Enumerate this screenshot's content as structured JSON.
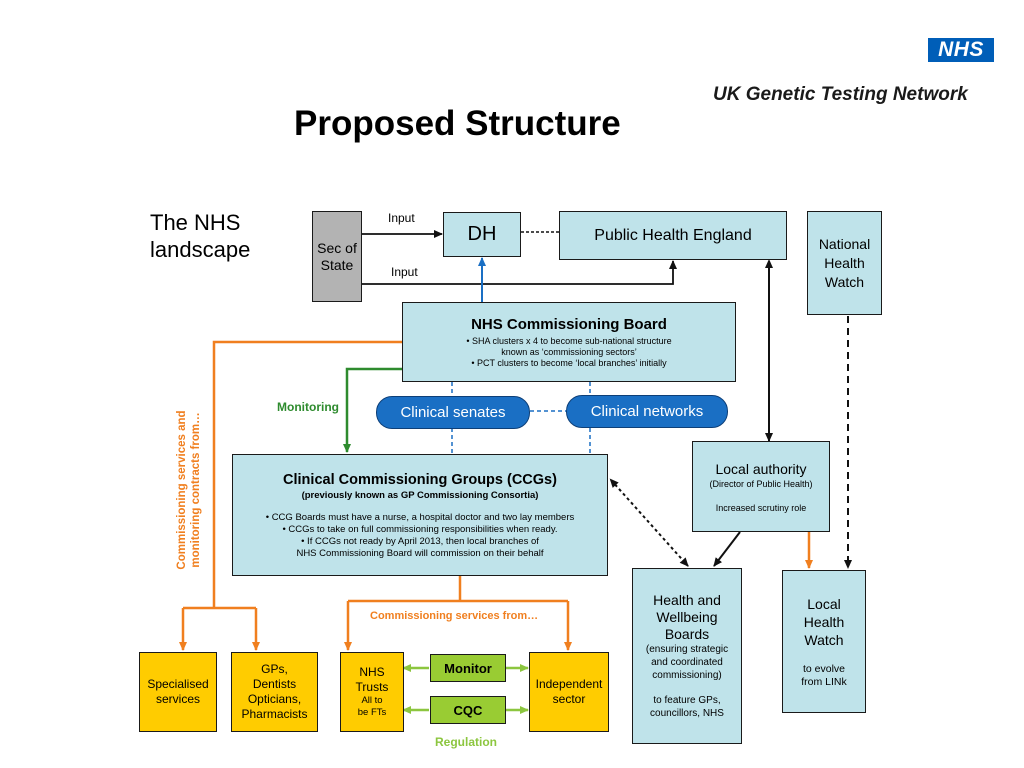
{
  "header": {
    "logo_text": "NHS",
    "network_name": "UK Genetic Testing Network",
    "page_title": "Proposed Structure"
  },
  "landscape_label": [
    "The NHS",
    "landscape"
  ],
  "nodes": {
    "sec_of_state": "Sec of State",
    "dh": "DH",
    "phe": "Public Health England",
    "national_health_watch": [
      "National",
      "Health",
      "Watch"
    ],
    "board": {
      "title": "NHS Commissioning Board",
      "lines": [
        "• SHA clusters x 4 to become sub-national structure",
        "known as ‘commissioning sectors’",
        "• PCT clusters to become ‘local branches’ initially"
      ]
    },
    "clinical_senates": "Clinical senates",
    "clinical_networks": "Clinical networks",
    "ccgs": {
      "title": "Clinical Commissioning Groups (CCGs)",
      "subtitle": "(previously known as GP Commissioning Consortia)",
      "lines": [
        "• CCG Boards must have a nurse, a hospital doctor and two lay members",
        "• CCGs to take on full commissioning responsibilities when ready.",
        "• If CCGs not ready by April 2013, then local branches of",
        "NHS Commissioning Board will commission on their behalf"
      ]
    },
    "local_authority": {
      "title": "Local authority",
      "subtitle": "(Director of Public Health)",
      "note": "Increased scrutiny role"
    },
    "hwb": {
      "title": [
        "Health and",
        "Wellbeing",
        "Boards"
      ],
      "detail": [
        "(ensuring strategic",
        "and coordinated",
        "commissioning)"
      ],
      "note": [
        "to feature GPs,",
        "councillors, NHS"
      ]
    },
    "local_health_watch": {
      "title": [
        "Local",
        "Health",
        "Watch"
      ],
      "note": [
        "to evolve",
        "from LINk"
      ]
    },
    "specialised": [
      "Specialised",
      "services"
    ],
    "gps": [
      "GPs,",
      "Dentists",
      "Opticians,",
      "Pharmacists"
    ],
    "nhs_trusts": {
      "title": [
        "NHS",
        "Trusts"
      ],
      "note": [
        "All to",
        "be FTs"
      ]
    },
    "monitor": "Monitor",
    "cqc": "CQC",
    "independent": [
      "Independent",
      "sector"
    ]
  },
  "labels": {
    "input_top": "Input",
    "input_bottom": "Input",
    "monitoring": "Monitoring",
    "commissioning_from": "Commissioning services from…",
    "vertical": [
      "Commissioning services and",
      "monitoring contracts from…"
    ],
    "regulation": "Regulation"
  },
  "colors": {
    "box_fill": "#bfe3ea",
    "provider_fill": "#ffcc00",
    "regulator_fill": "#99cc33",
    "pill_fill": "#1a6fc4",
    "orange": "#f07f1f",
    "green": "#2e8b2e",
    "blue_link": "#1a6fc4",
    "nhs_blue": "#005eb8"
  }
}
